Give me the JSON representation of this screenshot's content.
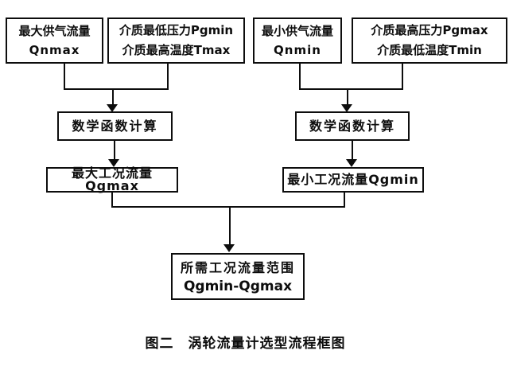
{
  "canvas": {
    "background": "#ffffff",
    "ink": "#0d0d0d"
  },
  "nodes": {
    "qnmax": {
      "line1": "最大供气流量",
      "line2": "Qnmax"
    },
    "medium_max": {
      "line1": "介质最低压力Pgmin",
      "line2": "介质最高温度Tmax"
    },
    "qnmin": {
      "line1": "最小供气流量",
      "line2": "Qnmin"
    },
    "medium_min": {
      "line1": "介质最高压力Pgmax",
      "line2": "介质最低温度Tmin"
    },
    "math_left": {
      "label": "数学函数计算"
    },
    "math_right": {
      "label": "数学函数计算"
    },
    "qgmax": {
      "label": "最大工况流量Qgmax"
    },
    "qgmin": {
      "label": "最小工况流量Qgmin"
    },
    "result": {
      "line1": "所需工况流量范围",
      "line2": "Qgmin-Qgmax"
    }
  },
  "caption": "图二　涡轮流量计选型流程框图"
}
